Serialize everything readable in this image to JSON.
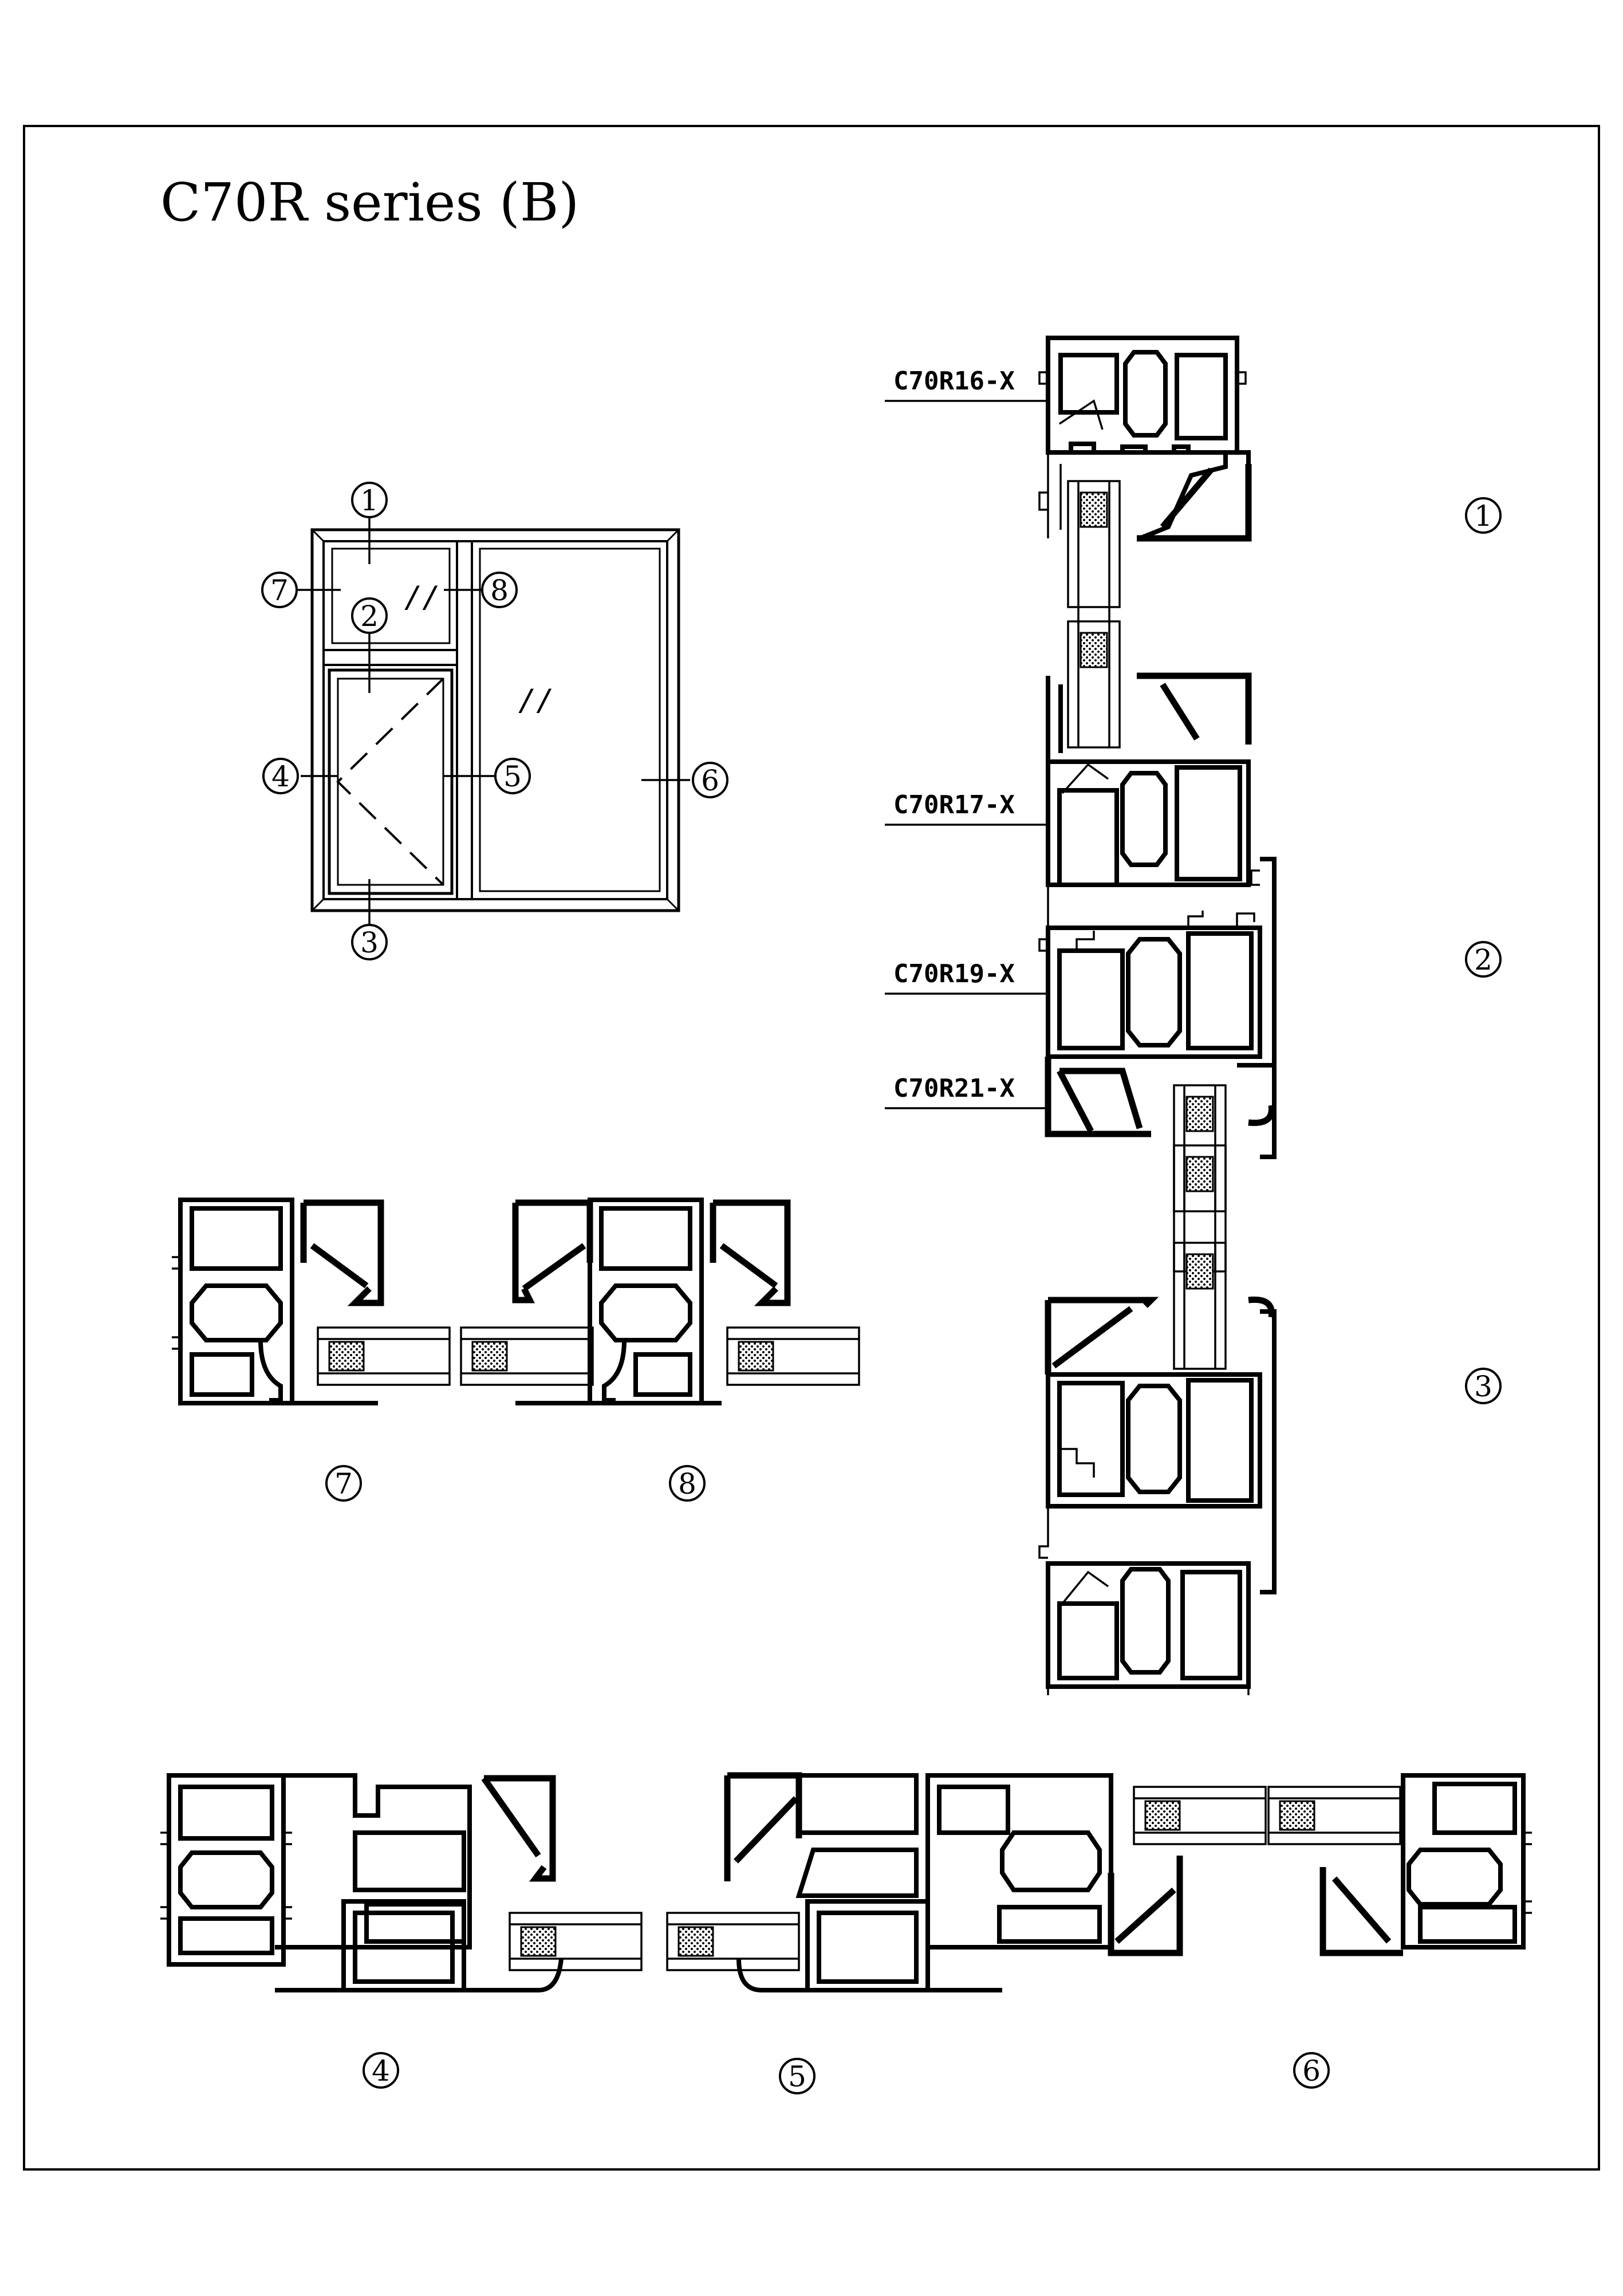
{
  "sheet": {
    "title": "C70R series (B)",
    "border_color": "#000000",
    "background": "#ffffff"
  },
  "elevation": {
    "callouts": [
      {
        "id": "1",
        "label": "1"
      },
      {
        "id": "2",
        "label": "2"
      },
      {
        "id": "3",
        "label": "3"
      },
      {
        "id": "4",
        "label": "4"
      },
      {
        "id": "5",
        "label": "5"
      },
      {
        "id": "6",
        "label": "6"
      },
      {
        "id": "7",
        "label": "7"
      },
      {
        "id": "8",
        "label": "8"
      }
    ],
    "glass_marks": [
      "//",
      "//"
    ]
  },
  "profiles": {
    "c70r16": "C70R16-X",
    "c70r17": "C70R17-X",
    "c70r19": "C70R19-X",
    "c70r21": "C70R21-X"
  },
  "section_numbers": {
    "s1": "1",
    "s2": "2",
    "s3": "3",
    "s4": "4",
    "s5": "5",
    "s6": "6",
    "s7": "7",
    "s8": "8"
  }
}
